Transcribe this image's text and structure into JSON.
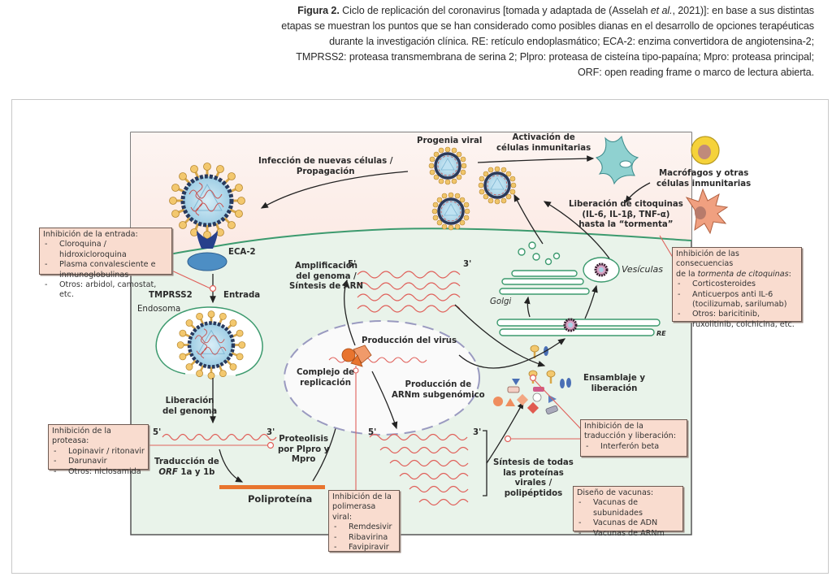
{
  "caption": {
    "figure_label": "Figura 2.",
    "text_part1": " Ciclo de replicación del coronavirus [tomada y adaptada de (Asselah ",
    "text_italic": "et al.",
    "text_part2": ", 2021)]: en base a sus distintas etapas se muestran los puntos que se han considerado como posibles dianas en el desarrollo de opciones terapéuticas durante la investigación clínica. RE: retículo endoplasmático; ECA-2: enzima convertidora de angiotensina-2; TMPRSS2: proteasa transmembrana de serina 2; Plpro: proteasa de cisteína tipo-papaína; Mpro: proteasa principal; ORF: open reading frame o marco de lectura abierta."
  },
  "labels": {
    "infeccion": "Infección de nuevas células /",
    "propagacion": "Propagación",
    "progenia": "Progenia viral",
    "activacion1": "Activación de",
    "activacion2": "células inmunitarias",
    "macrofagos1": "Macrófagos y otras",
    "macrofagos2": "células inmunitarias",
    "liberacion_cito1": "Liberación de citoquinas",
    "liberacion_cito2": "(IL-6, IL-1β, TNF-α)",
    "liberacion_cito3": "hasta la “tormenta”",
    "eca2": "ECA-2",
    "tmprss2": "TMPRSS2",
    "entrada": "Entrada",
    "endosoma": "Endosoma",
    "amplificacion1": "Amplificación",
    "amplificacion2": "del genoma /",
    "amplificacion3": "Síntesis de ARN",
    "five_prime": "5'",
    "three_prime": "3'",
    "golgi": "Golgi",
    "vesiculas": "Vesículas",
    "re": "RE",
    "produccion_virus": "Producción del virus",
    "complejo1": "Complejo de",
    "complejo2": "replicación",
    "produccion_arnm1": "Producción de",
    "produccion_arnm2": "ARNm subgenómico",
    "ensamblaje1": "Ensamblaje y",
    "ensamblaje2": "liberación",
    "liberacion_genoma1": "Liberación",
    "liberacion_genoma2": "del genoma",
    "proteolisis1": "Proteolisis",
    "proteolisis2": "por Plpro y",
    "proteolisis3": "Mpro",
    "traduccion1": "Traducción de",
    "traduccion2_it": "ORF",
    "traduccion2": "1a y 1b",
    "poliproteina": "Poliproteína",
    "sintesis1": "Síntesis de todas",
    "sintesis2": "las proteínas",
    "sintesis3": "virales /",
    "sintesis4": "polipéptidos"
  },
  "boxes": {
    "entrada": {
      "title": "Inhibición de la entrada:",
      "items": [
        "Cloroquina / hidroxicloroquina",
        "Plasma convalesciente e inmunoglobulinas",
        "Otros: arbidol, camostat, etc."
      ]
    },
    "tormenta": {
      "title1": "Inhibición de las consecuencias",
      "title2_pre": "de la ",
      "title2_it": "tormenta de citoquinas",
      "title2_post": ":",
      "items": [
        "Corticosteroides",
        "Anticuerpos anti IL-6 (tocilizumab, sarilumab)",
        "Otros: baricitinib, ruxolitinib, colchicina, etc."
      ]
    },
    "proteasa": {
      "title": "Inhibición de la proteasa:",
      "items": [
        "Lopinavir / ritonavir",
        "Darunavir",
        "Otros: niclosamida"
      ]
    },
    "polimerasa": {
      "title": "Inhibición de la polimerasa viral:",
      "items": [
        "Remdesivir",
        "Ribavirina",
        "Favipiravir"
      ]
    },
    "traduccion": {
      "title": "Inhibición de la traducción y liberación:",
      "items": [
        "Interferón beta"
      ]
    },
    "vacunas": {
      "title": "Diseño de vacunas:",
      "items": [
        "Vacunas de subunidades",
        "Vacunas de ADN",
        "Vacunas de ARNm"
      ]
    }
  },
  "colors": {
    "extracellular_bg": "#fcefea",
    "cytoplasm_bg": "#e9f3ea",
    "membrane": "#3c9a6e",
    "rna": "#e0605a",
    "box_fill": "#f9dccf",
    "polyprotein": "#e8742e"
  }
}
